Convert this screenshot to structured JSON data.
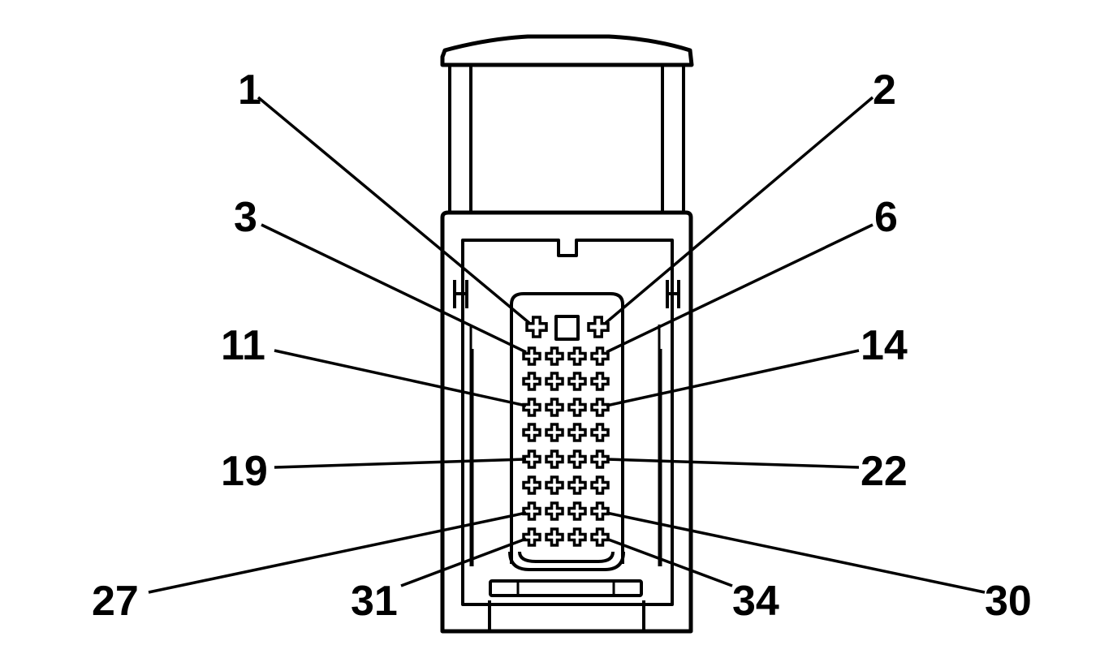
{
  "pin_labels": {
    "p1": "1",
    "p2": "2",
    "p3": "3",
    "p6": "6",
    "p11": "11",
    "p14": "14",
    "p19": "19",
    "p22": "22",
    "p27": "27",
    "p30": "30",
    "p31": "31",
    "p34": "34"
  },
  "colors": {
    "line": "#000000",
    "background": "#ffffff"
  }
}
